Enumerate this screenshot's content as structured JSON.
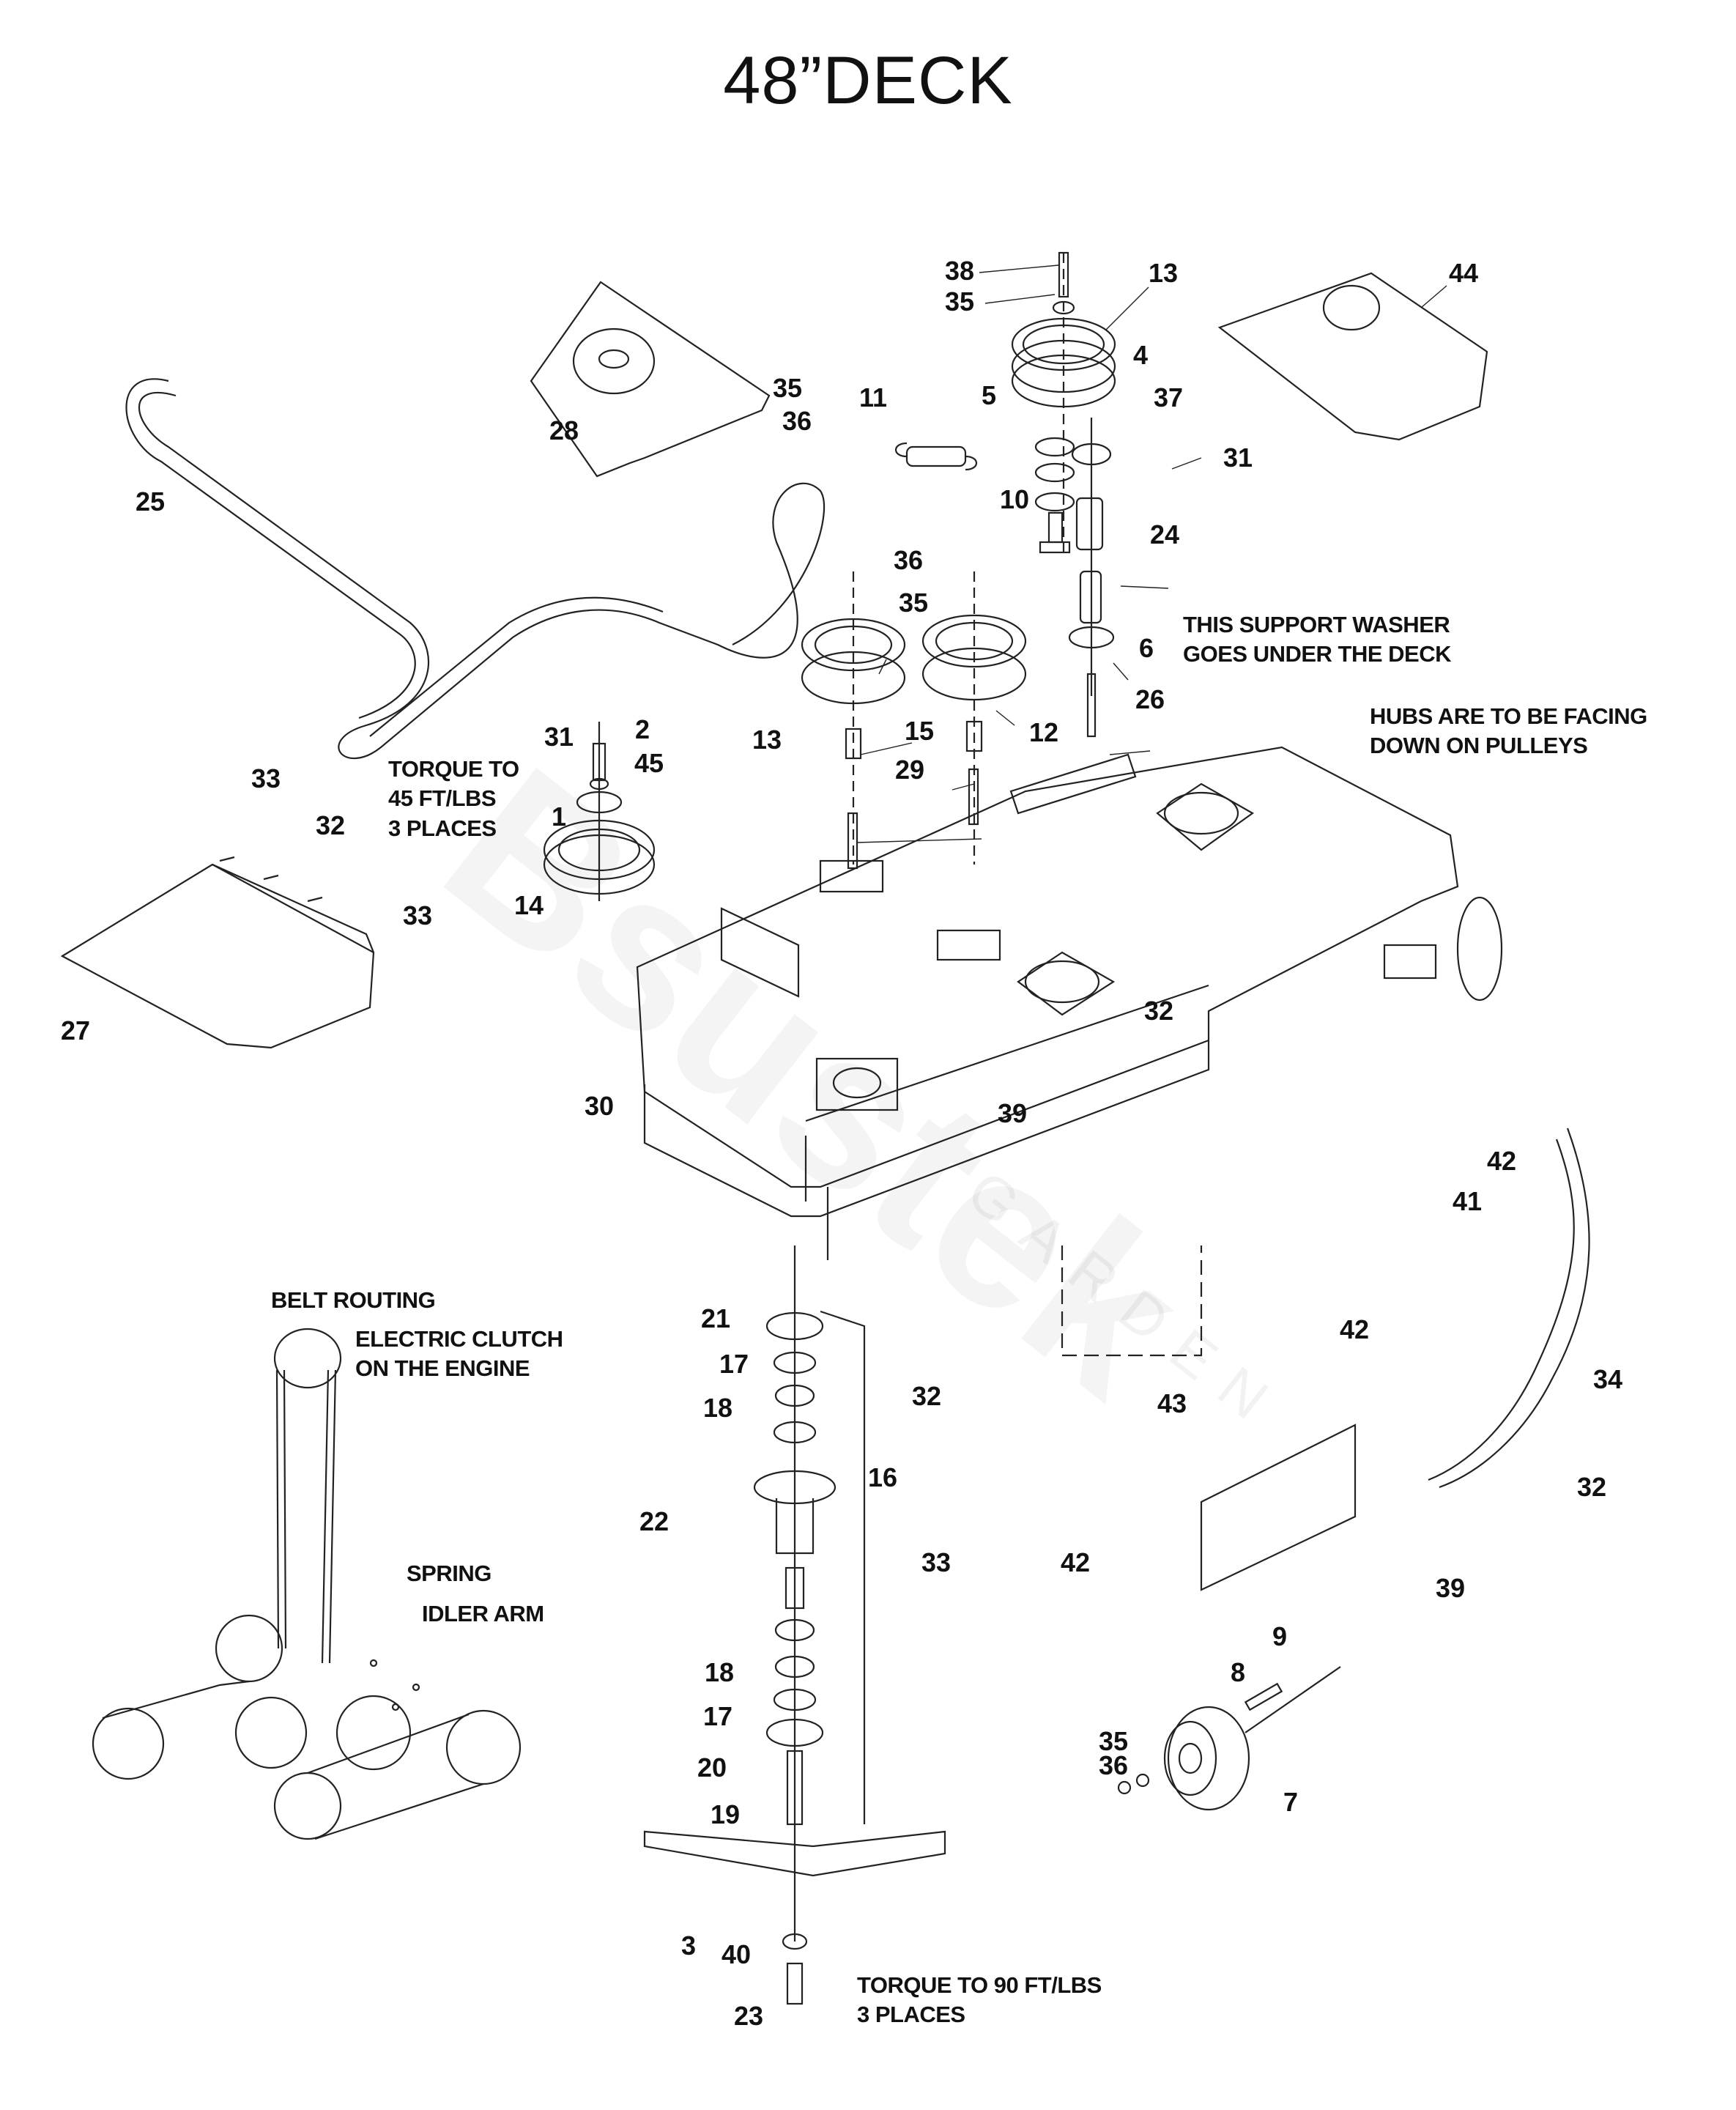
{
  "title": "48”DECK",
  "watermark": {
    "brand": "Bsustek",
    "sub": "GARDEN"
  },
  "notes": {
    "support_washer": [
      "THIS SUPPORT WASHER",
      "GOES UNDER THE DECK"
    ],
    "hubs_facing": [
      "HUBS ARE TO BE FACING",
      "DOWN ON PULLEYS"
    ],
    "torque_45": [
      "TORQUE TO",
      "45 FT/LBS",
      "3 PLACES"
    ],
    "torque_90": [
      "TORQUE TO 90 FT/LBS",
      "3 PLACES"
    ],
    "belt_routing": "BELT ROUTING",
    "electric_clutch": [
      "ELECTRIC CLUTCH",
      "ON THE ENGINE"
    ],
    "spring": "SPRING",
    "idler_arm": "IDLER ARM"
  },
  "part_labels": [
    {
      "id": "p38a",
      "num": "38"
    },
    {
      "id": "p35a",
      "num": "35"
    },
    {
      "id": "p13a",
      "num": "13"
    },
    {
      "id": "p44",
      "num": "44"
    },
    {
      "id": "p4",
      "num": "4"
    },
    {
      "id": "p5",
      "num": "5"
    },
    {
      "id": "p37",
      "num": "37"
    },
    {
      "id": "p11",
      "num": "11"
    },
    {
      "id": "p35b",
      "num": "35"
    },
    {
      "id": "p36a",
      "num": "36"
    },
    {
      "id": "p28",
      "num": "28"
    },
    {
      "id": "p25",
      "num": "25"
    },
    {
      "id": "p31a",
      "num": "31"
    },
    {
      "id": "p10",
      "num": "10"
    },
    {
      "id": "p24",
      "num": "24"
    },
    {
      "id": "p36b",
      "num": "36"
    },
    {
      "id": "p35c",
      "num": "35"
    },
    {
      "id": "p6",
      "num": "6"
    },
    {
      "id": "p26",
      "num": "26"
    },
    {
      "id": "p13b",
      "num": "13"
    },
    {
      "id": "p15",
      "num": "15"
    },
    {
      "id": "p12",
      "num": "12"
    },
    {
      "id": "p31b",
      "num": "31"
    },
    {
      "id": "p2",
      "num": "2"
    },
    {
      "id": "p45",
      "num": "45"
    },
    {
      "id": "p1",
      "num": "1"
    },
    {
      "id": "p29",
      "num": "29"
    },
    {
      "id": "p33a",
      "num": "33"
    },
    {
      "id": "p32a",
      "num": "32"
    },
    {
      "id": "p33b",
      "num": "33"
    },
    {
      "id": "p14",
      "num": "14"
    },
    {
      "id": "p27",
      "num": "27"
    },
    {
      "id": "p30",
      "num": "30"
    },
    {
      "id": "p32b",
      "num": "32"
    },
    {
      "id": "p39a",
      "num": "39"
    },
    {
      "id": "p42a",
      "num": "42"
    },
    {
      "id": "p41",
      "num": "41"
    },
    {
      "id": "p21",
      "num": "21"
    },
    {
      "id": "p17a",
      "num": "17"
    },
    {
      "id": "p18a",
      "num": "18"
    },
    {
      "id": "p32c",
      "num": "32"
    },
    {
      "id": "p16",
      "num": "16"
    },
    {
      "id": "p22",
      "num": "22"
    },
    {
      "id": "p33c",
      "num": "33"
    },
    {
      "id": "p42b",
      "num": "42"
    },
    {
      "id": "p43",
      "num": "43"
    },
    {
      "id": "p34",
      "num": "34"
    },
    {
      "id": "p32d",
      "num": "32"
    },
    {
      "id": "p42c",
      "num": "42"
    },
    {
      "id": "p39b",
      "num": "39"
    },
    {
      "id": "p18b",
      "num": "18"
    },
    {
      "id": "p17b",
      "num": "17"
    },
    {
      "id": "p20",
      "num": "20"
    },
    {
      "id": "p19",
      "num": "19"
    },
    {
      "id": "p9",
      "num": "9"
    },
    {
      "id": "p8",
      "num": "8"
    },
    {
      "id": "p35d",
      "num": "35"
    },
    {
      "id": "p36c",
      "num": "36"
    },
    {
      "id": "p7",
      "num": "7"
    },
    {
      "id": "p3",
      "num": "3"
    },
    {
      "id": "p40",
      "num": "40"
    },
    {
      "id": "p23",
      "num": "23"
    }
  ]
}
